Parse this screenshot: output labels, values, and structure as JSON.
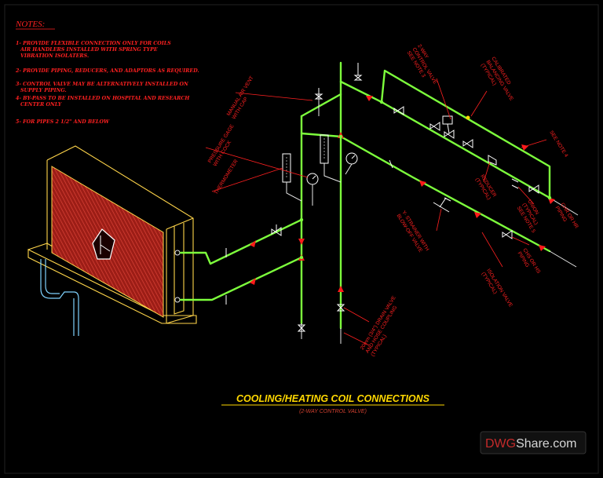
{
  "notes": {
    "title": "NOTES:",
    "items": [
      "1- PROVIDE FLEXIBLE CONNECTION ONLY FOR COILS",
      "AIR HANDLERS INSTALLED WITH SPRING TYPE",
      "VIBRATION ISOLATERS.",
      "2- PROVIDE PIPING, REDUCERS, AND ADAPTORS AS REQUIRED.",
      "3- CONTROL VALVE MAY BE ALTERNATIVELY INSTALLED ON",
      "SUPPLY PIPING.",
      "4- BY-PASS TO BE INSTALLED ON HOSPITAL AND RESEARCH",
      "CENTER ONLY",
      "5- FOR PIPES 2 1/2\" AND BELOW"
    ]
  },
  "callouts": {
    "air_vent": [
      "MANUAL AIR VENT",
      "WITH CAP"
    ],
    "pressure_gage": [
      "PRESSURE GAGE",
      "WITH COCK"
    ],
    "thermometer": "THERMOMETER",
    "control_valve": [
      "2-WAY",
      "CONTROL VALVE",
      "SEE NOTE 3"
    ],
    "balancing_valve": [
      "CALIBRATED",
      "BALANCING VALVE",
      "(TYPICAL)"
    ],
    "see_note_4": "SEE NOTE 4",
    "reducer": [
      "REDUCER",
      "(TYPICAL)"
    ],
    "union": [
      "UNION",
      "(TYPICAL)",
      "SEE NOTE 5"
    ],
    "chr_top": [
      "CHR OR HR",
      "PIPING"
    ],
    "strainer": [
      "Y- STRAINER WITH",
      "BLOW-OFF VALVE"
    ],
    "chs_hs": [
      "CHS OR HS",
      "PIPING"
    ],
    "isolation": [
      "ISOLATION VALVE",
      "(TYPICAL)"
    ],
    "drain": [
      "20mm (3/4\") DRAIN VALVE",
      "AND HOSE COUPLING",
      "(TYPICAL)"
    ]
  },
  "drawing": {
    "title": "COOLING/HEATING COIL CONNECTIONS",
    "subtitle": "(2-WAY CONTROL VALVE)"
  },
  "watermark": {
    "brand_a": "DWG",
    "brand_b": "Share.com"
  },
  "colors": {
    "pipe": "#7dff3c",
    "annotation": "#ff2020",
    "title": "#ffd800",
    "coil": "#c0281e",
    "background": "#000000"
  }
}
